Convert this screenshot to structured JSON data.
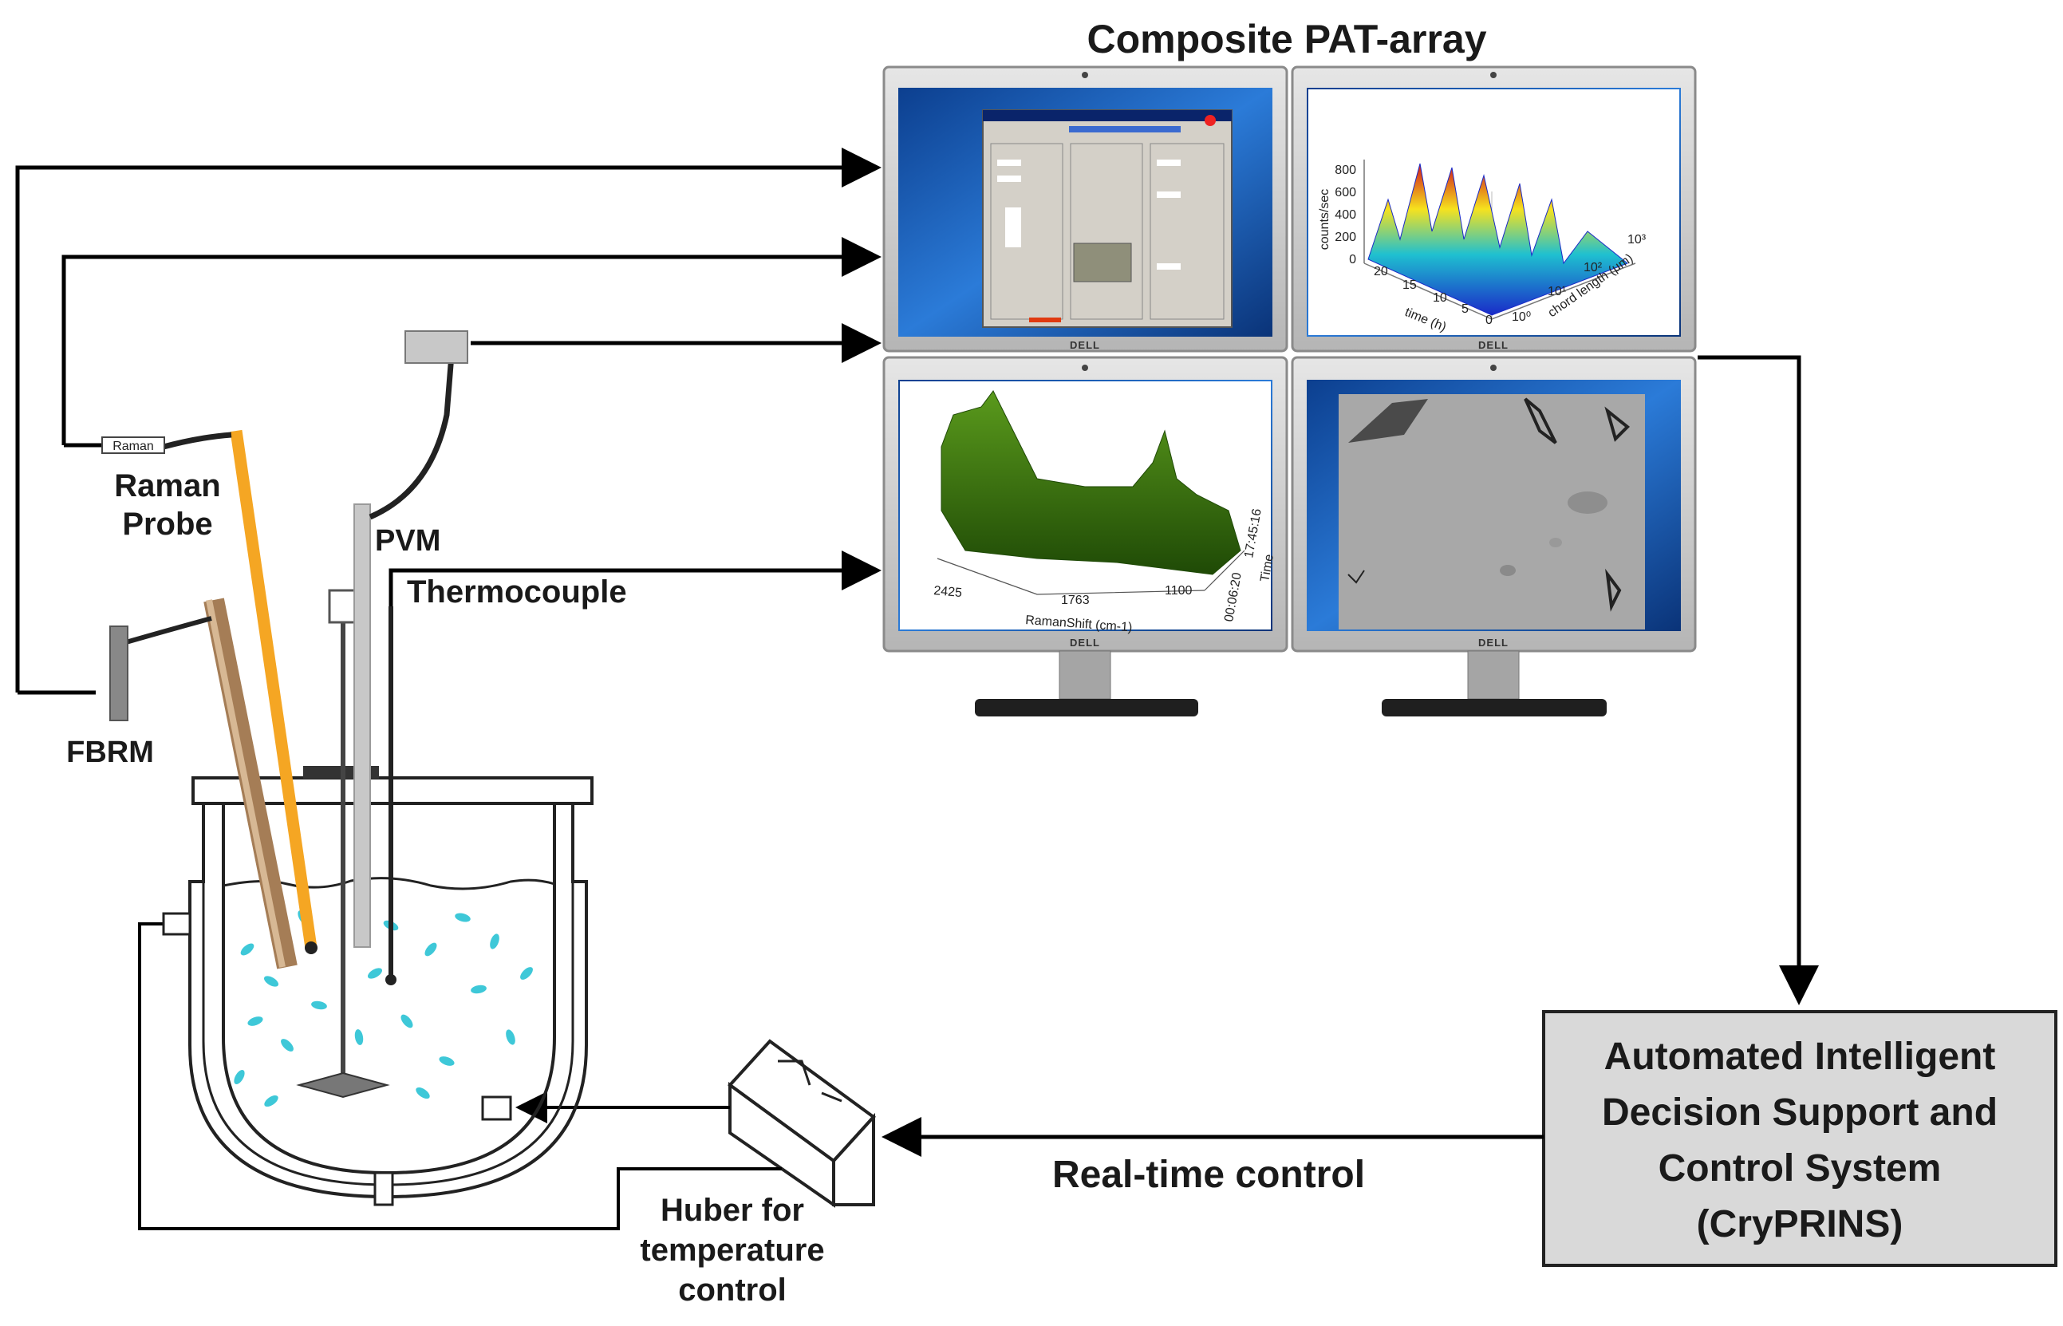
{
  "title": "Composite PAT-array",
  "labels": {
    "raman_tag": "Raman",
    "raman_probe": [
      "Raman",
      "Probe"
    ],
    "pvm": "PVM",
    "thermocouple": "Thermocouple",
    "fbrm": "FBRM",
    "huber": [
      "Huber for",
      "temperature",
      "control"
    ],
    "realtime": "Real-time control",
    "control_system": [
      "Automated Intelligent",
      "Decision Support and",
      "Control System",
      "(CryPRINS)"
    ]
  },
  "monitor_brand": "DELL",
  "fbrm_plot": {
    "ylabel": "counts/sec",
    "xlabel": "time (h)",
    "zlabel": "chord length (μm)",
    "yticks": [
      "800",
      "600",
      "400",
      "200",
      "0"
    ],
    "xticks": [
      "20",
      "15",
      "10",
      "5",
      "0"
    ],
    "zticks": [
      "10⁰",
      "10¹",
      "10²",
      "10³"
    ]
  },
  "raman_plot": {
    "xlabel": "RamanShift (cm-1)",
    "xticks": [
      "2425",
      "1763",
      "1100"
    ],
    "zlabel": "Time",
    "zticks": [
      "17:45:16",
      "00:06:20"
    ]
  },
  "colors": {
    "arrow": "#000000",
    "raman_probe": "#f5a623",
    "fbrm_probe": "#b7926b",
    "pvm_probe": "#c8c8c8",
    "crystals": "#3ec8d8",
    "box_fill": "#d9d9d9",
    "screen_bg": "#1e66c8"
  }
}
